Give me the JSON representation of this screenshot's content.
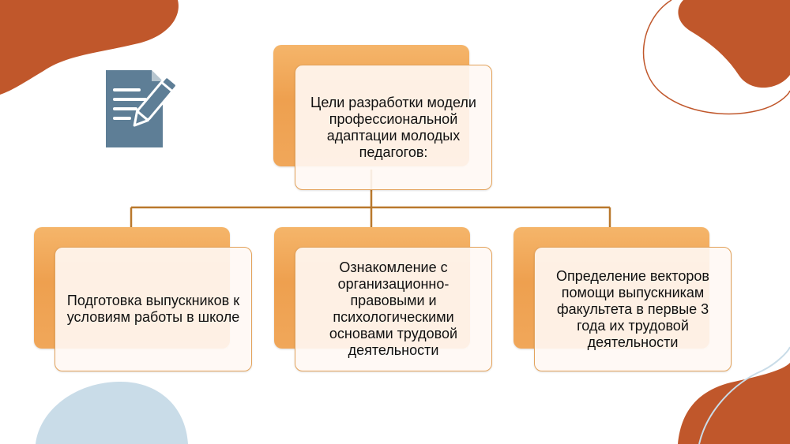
{
  "diagram": {
    "root": {
      "label": "Цели разработки модели профессиональной адаптации молодых педагогов:"
    },
    "children": [
      {
        "label": "Подготовка выпускников к условиям работы в школе"
      },
      {
        "label": "Ознакомление с организационно-правовыми и психологическими основами трудовой деятельности"
      },
      {
        "label": "Определение векторов помощи выпускникам факультета в первые 3 года их трудовой деятельности"
      }
    ]
  },
  "decor": {
    "icon": "document-pencil-icon",
    "colors": {
      "terracotta": "#c0572b",
      "light_blue": "#c9dce8",
      "icon_blue": "#5e7e96",
      "box_orange": "#f0a75a",
      "connector": "#b9782c"
    }
  }
}
